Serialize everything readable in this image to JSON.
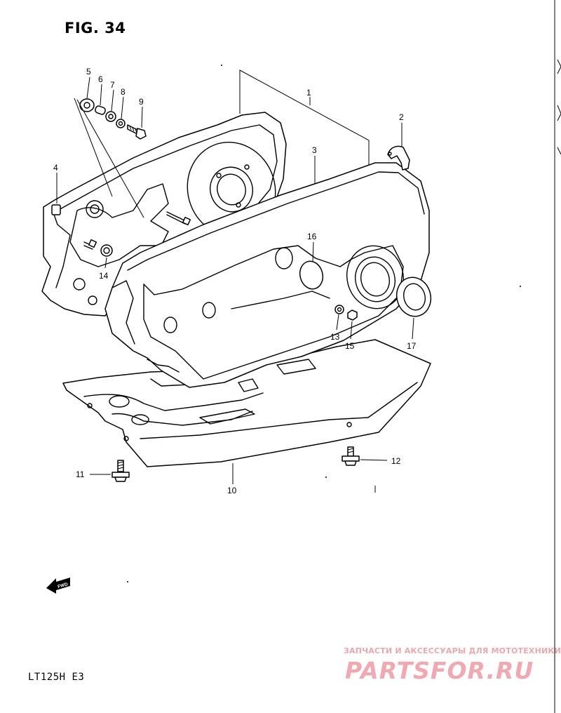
{
  "figure": {
    "title": "FIG. 34",
    "model": "LT125H  E3"
  },
  "callouts": [
    {
      "id": "c1",
      "label": "1"
    },
    {
      "id": "c2",
      "label": "2"
    },
    {
      "id": "c3",
      "label": "3"
    },
    {
      "id": "c4",
      "label": "4"
    },
    {
      "id": "c5",
      "label": "5"
    },
    {
      "id": "c6",
      "label": "6"
    },
    {
      "id": "c7",
      "label": "7"
    },
    {
      "id": "c8",
      "label": "8"
    },
    {
      "id": "c9",
      "label": "9"
    },
    {
      "id": "c10",
      "label": "10"
    },
    {
      "id": "c11",
      "label": "11"
    },
    {
      "id": "c12",
      "label": "12"
    },
    {
      "id": "c13",
      "label": "13"
    },
    {
      "id": "c14",
      "label": "14"
    },
    {
      "id": "c15",
      "label": "15"
    },
    {
      "id": "c16",
      "label": "16"
    },
    {
      "id": "c17",
      "label": "17"
    }
  ],
  "fwd_arrow": {
    "label": "FWD"
  },
  "watermark": {
    "subtitle": "ЗАПЧАСТИ И АКСЕССУАРЫ ДЛЯ МОТОТЕХНИКИ",
    "logo": "PARTSFOR.RU"
  }
}
